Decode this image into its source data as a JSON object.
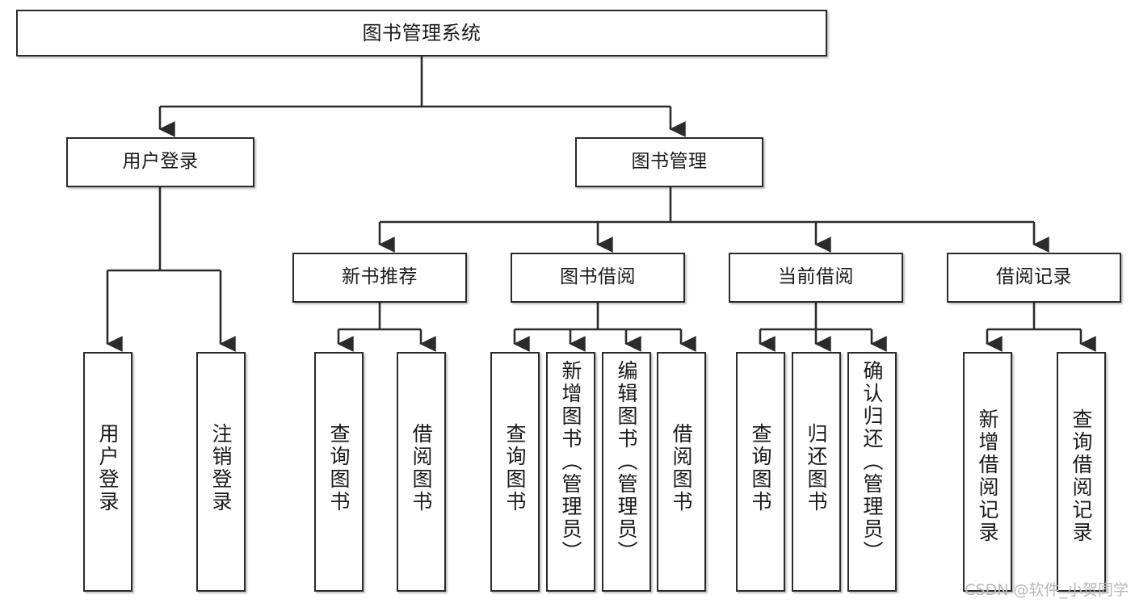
{
  "diagram": {
    "title": "图书管理系统",
    "type": "tree",
    "watermark": "CSDN @软件_小贺同学",
    "colors": {
      "stroke": "#2b2b2b",
      "fill": "#ffffff",
      "text": "#1a1a1a",
      "watermark": "#b8b8b8"
    },
    "levels": {
      "root": {
        "label": "图书管理系统"
      },
      "level2": [
        {
          "label": "用户登录"
        },
        {
          "label": "图书管理"
        }
      ],
      "level3": [
        {
          "label": "新书推荐"
        },
        {
          "label": "图书借阅"
        },
        {
          "label": "当前借阅"
        },
        {
          "label": "借阅记录"
        }
      ],
      "leaves": {
        "user_login": [
          {
            "label": "用户登录"
          },
          {
            "label": "注销登录"
          }
        ],
        "new_book": [
          {
            "label": "查询图书"
          },
          {
            "label": "借阅图书"
          }
        ],
        "book_borrow": [
          {
            "label": "查询图书"
          },
          {
            "label": "新增图书（管理员）"
          },
          {
            "label": "编辑图书（管理员）"
          },
          {
            "label": "借阅图书"
          }
        ],
        "current_borrow": [
          {
            "label": "查询图书"
          },
          {
            "label": "归还图书"
          },
          {
            "label": "确认归还（管理员）"
          }
        ],
        "borrow_record": [
          {
            "label": "新增借阅记录"
          },
          {
            "label": "查询借阅记录"
          }
        ]
      }
    }
  }
}
